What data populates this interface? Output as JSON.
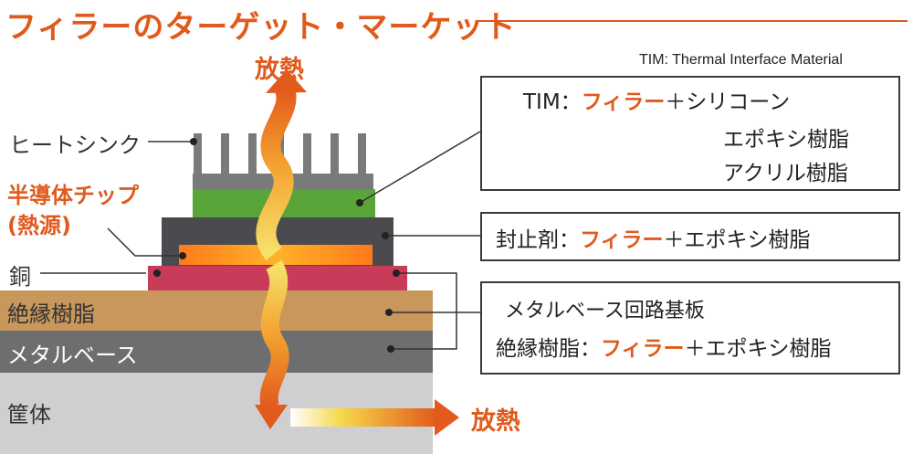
{
  "title": "フィラーのターゲット・マーケット",
  "tim_note": "TIM: Thermal Interface Material",
  "heat_top": "放熱",
  "heat_right": "放熱",
  "left_labels": {
    "heatsink": "ヒートシンク",
    "chip_line1": "半導体チップ",
    "chip_line2": "(熱源)",
    "copper": "銅",
    "insulation": "絶縁樹脂",
    "metal_base": "メタルベース",
    "housing": "筐体"
  },
  "tim_box": {
    "prefix": "TIM：",
    "filler": "フィラー",
    "line1_rest": "＋シリコーン",
    "line2": "エポキシ樹脂",
    "line3": "アクリル樹脂"
  },
  "sealant_box": {
    "prefix": "封止剤：",
    "filler": "フィラー",
    "rest": "＋エポキシ樹脂"
  },
  "substrate_box": {
    "line1": "メタルベース回路基板",
    "prefix": "絶縁樹脂：",
    "filler": "フィラー",
    "rest": "＋エポキシ樹脂"
  },
  "colors": {
    "accent": "#e05a1c",
    "heatsink": "#7a7a7a",
    "tim_layer": "#5aa53a",
    "chip_package": "#4b4b4f",
    "copper": "#c83c5a",
    "insulation": "#c9965c",
    "metal_base": "#6e6e70",
    "housing": "#cfcfd1"
  }
}
